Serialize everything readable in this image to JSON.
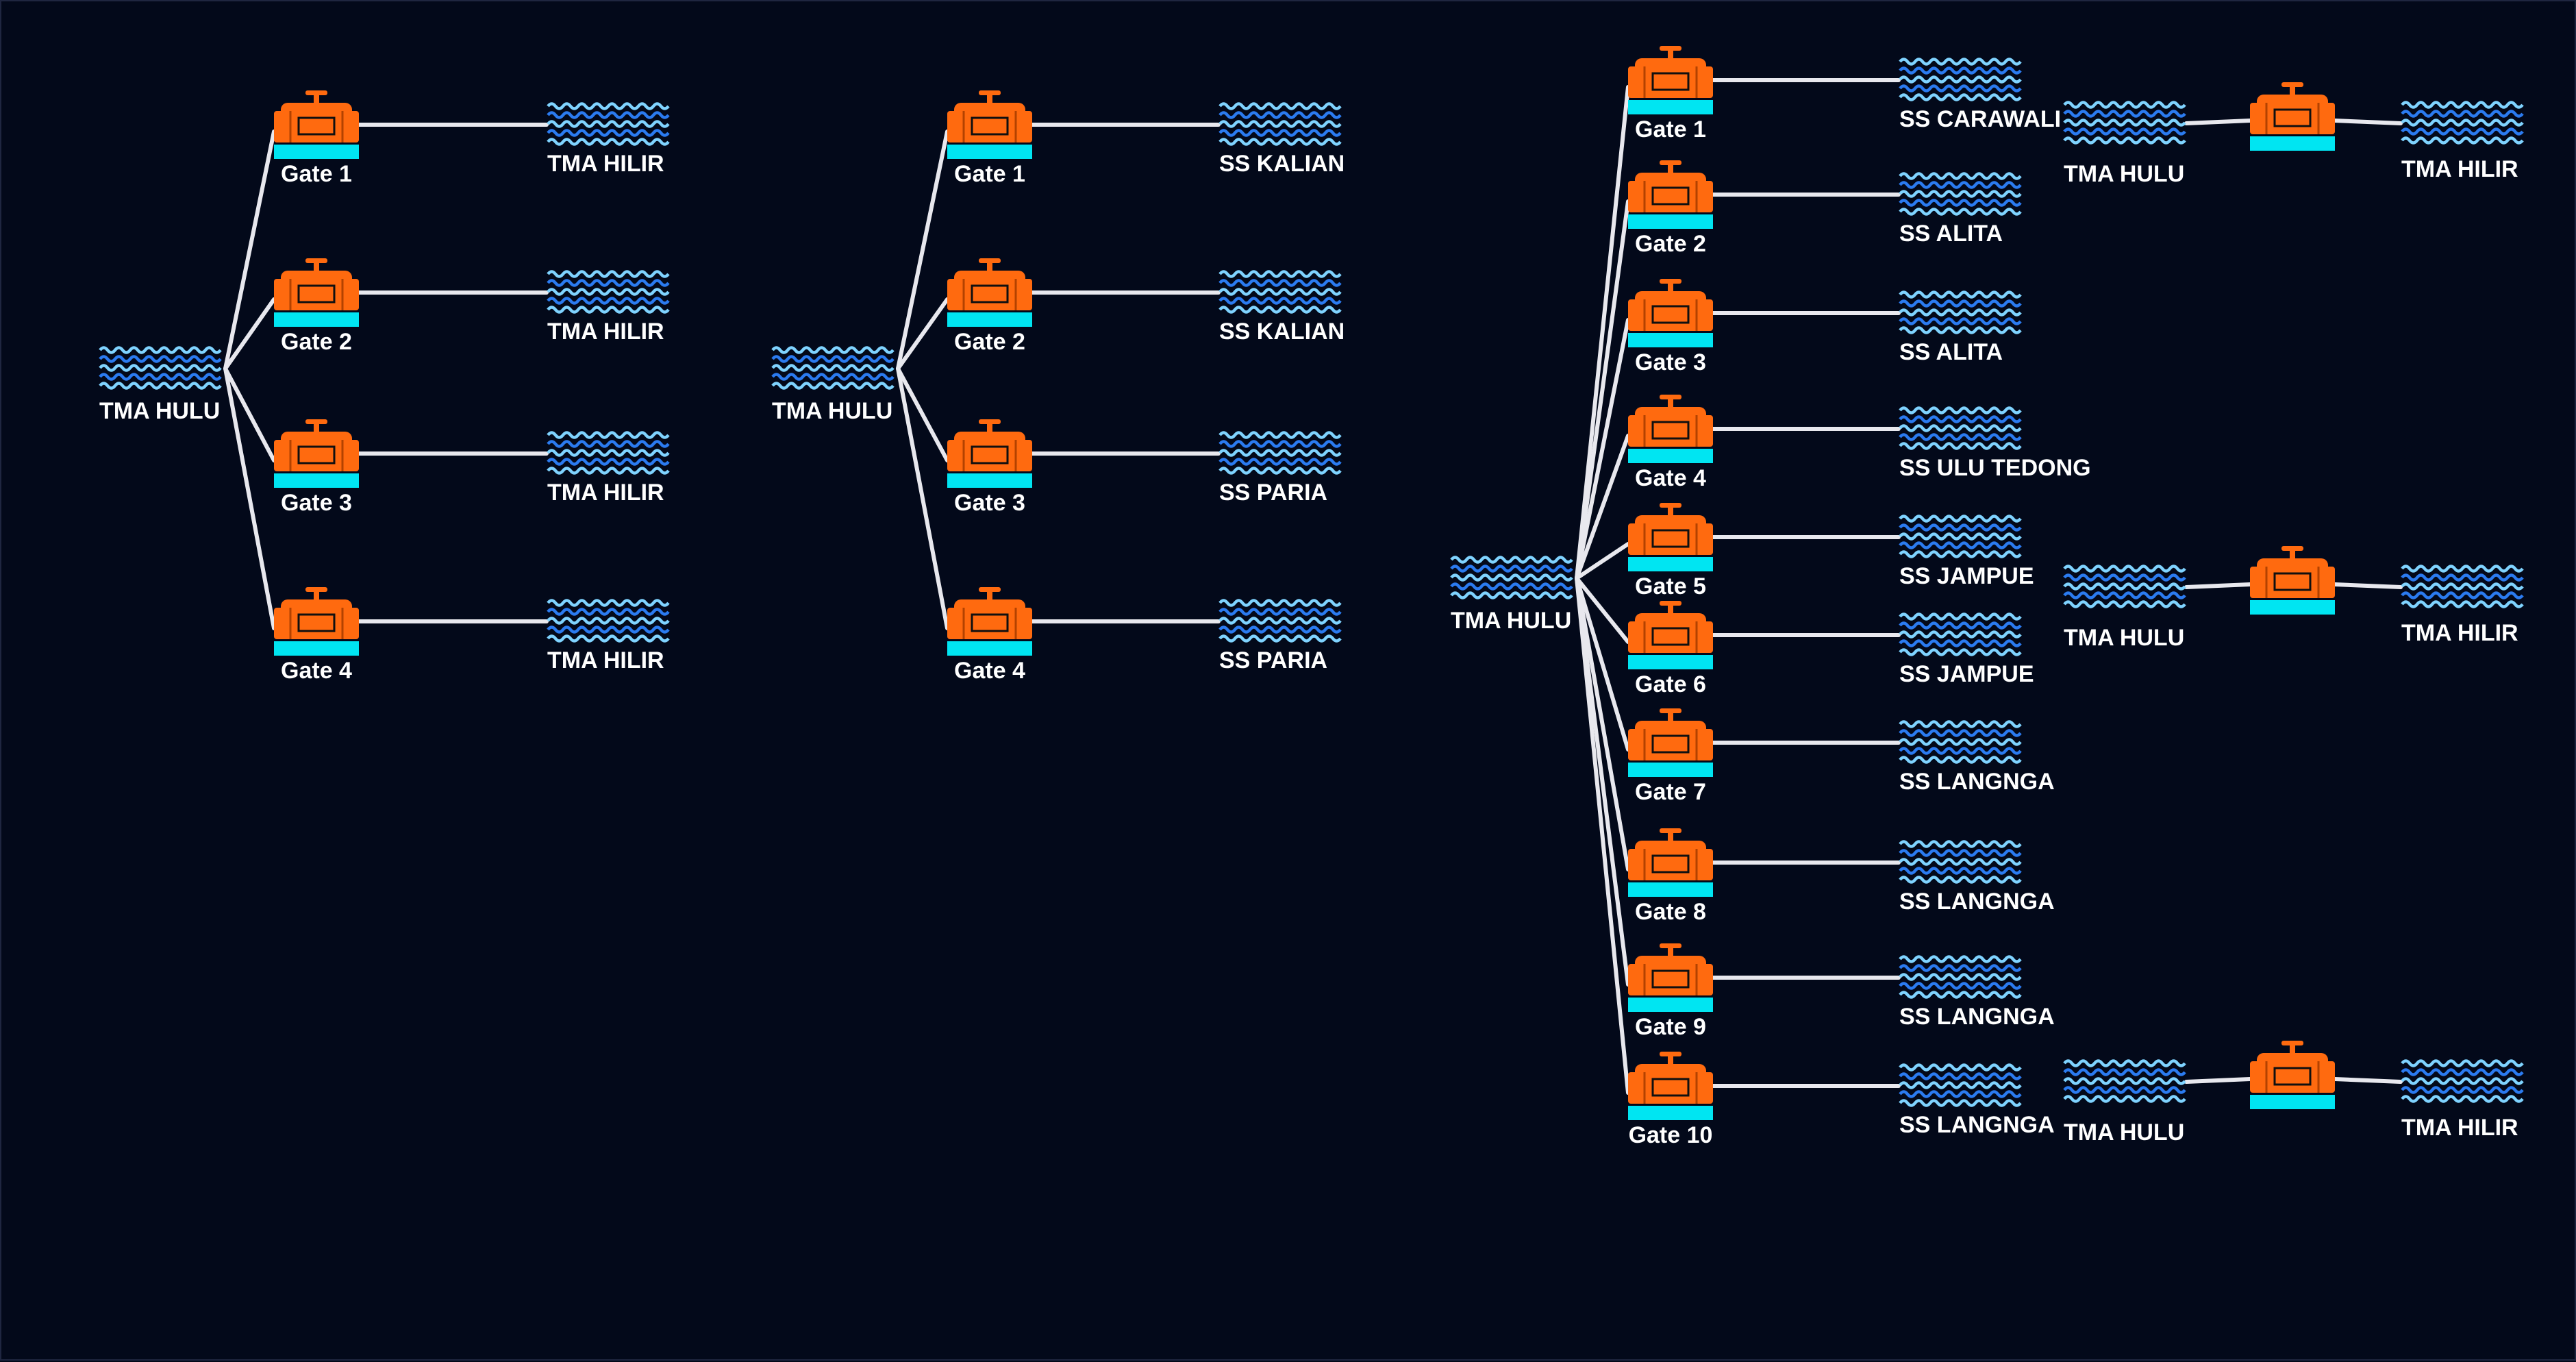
{
  "colors": {
    "background": "#03091a",
    "link": "#e8e8ee",
    "gate_body": "#ff6a0f",
    "gate_base": "#00e5f2",
    "water_light": "#7fd3ff",
    "water_dark": "#2b7bf0",
    "text": "#ffffff"
  },
  "diagrams": [
    {
      "source": {
        "label": "TMA HULU",
        "icon": "water-waves-icon"
      },
      "branches": [
        {
          "gate": "Gate 1",
          "target": "TMA HILIR"
        },
        {
          "gate": "Gate 2",
          "target": "TMA HILIR"
        },
        {
          "gate": "Gate 3",
          "target": "TMA HILIR"
        },
        {
          "gate": "Gate 4",
          "target": "TMA HILIR"
        }
      ]
    },
    {
      "source": {
        "label": "TMA HULU",
        "icon": "water-waves-icon"
      },
      "branches": [
        {
          "gate": "Gate 1",
          "target": "SS KALIAN"
        },
        {
          "gate": "Gate 2",
          "target": "SS KALIAN"
        },
        {
          "gate": "Gate 3",
          "target": "SS PARIA"
        },
        {
          "gate": "Gate 4",
          "target": "SS PARIA"
        }
      ]
    },
    {
      "source": {
        "label": "TMA HULU",
        "icon": "water-waves-icon"
      },
      "branches": [
        {
          "gate": "Gate 1",
          "target": "SS CARAWALI"
        },
        {
          "gate": "Gate 2",
          "target": "SS ALITA"
        },
        {
          "gate": "Gate 3",
          "target": "SS ALITA"
        },
        {
          "gate": "Gate 4",
          "target": "SS ULU TEDONG"
        },
        {
          "gate": "Gate 5",
          "target": "SS JAMPUE"
        },
        {
          "gate": "Gate 6",
          "target": "SS JAMPUE"
        },
        {
          "gate": "Gate 7",
          "target": "SS LANGNGA"
        },
        {
          "gate": "Gate 8",
          "target": "SS LANGNGA"
        },
        {
          "gate": "Gate 9",
          "target": "SS LANGNGA"
        },
        {
          "gate": "Gate 10",
          "target": "SS LANGNGA"
        }
      ]
    }
  ],
  "chains": [
    {
      "upstream": "TMA HULU",
      "downstream": "TMA HILIR",
      "icon": "gate-valve-icon"
    },
    {
      "upstream": "TMA HULU",
      "downstream": "TMA HILIR",
      "icon": "gate-valve-icon"
    },
    {
      "upstream": "TMA HULU",
      "downstream": "TMA HILIR",
      "icon": "gate-valve-icon"
    }
  ]
}
